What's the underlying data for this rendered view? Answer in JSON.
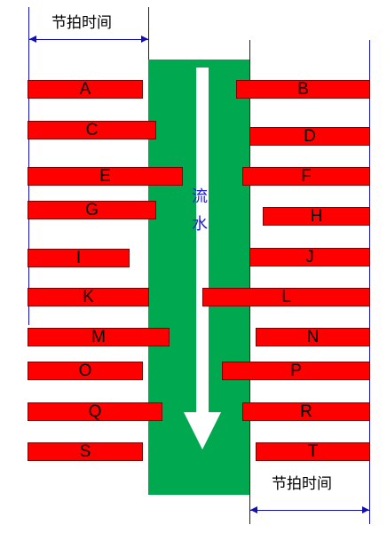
{
  "top_caption": "节拍时间",
  "bottom_caption": "节拍时间",
  "flow_text": [
    "流",
    "水"
  ],
  "left_stations": [
    "A",
    "C",
    "E",
    "G",
    "I",
    "K",
    "M",
    "O",
    "Q",
    "S"
  ],
  "right_stations": [
    "B",
    "D",
    "F",
    "H",
    "J",
    "L",
    "N",
    "P",
    "R",
    "T"
  ],
  "colors": {
    "station": "#ff0000",
    "stream": "#00a84f",
    "arrow": "#ffffff",
    "guide": "#1010b0",
    "flow_text": "#2020d0"
  }
}
